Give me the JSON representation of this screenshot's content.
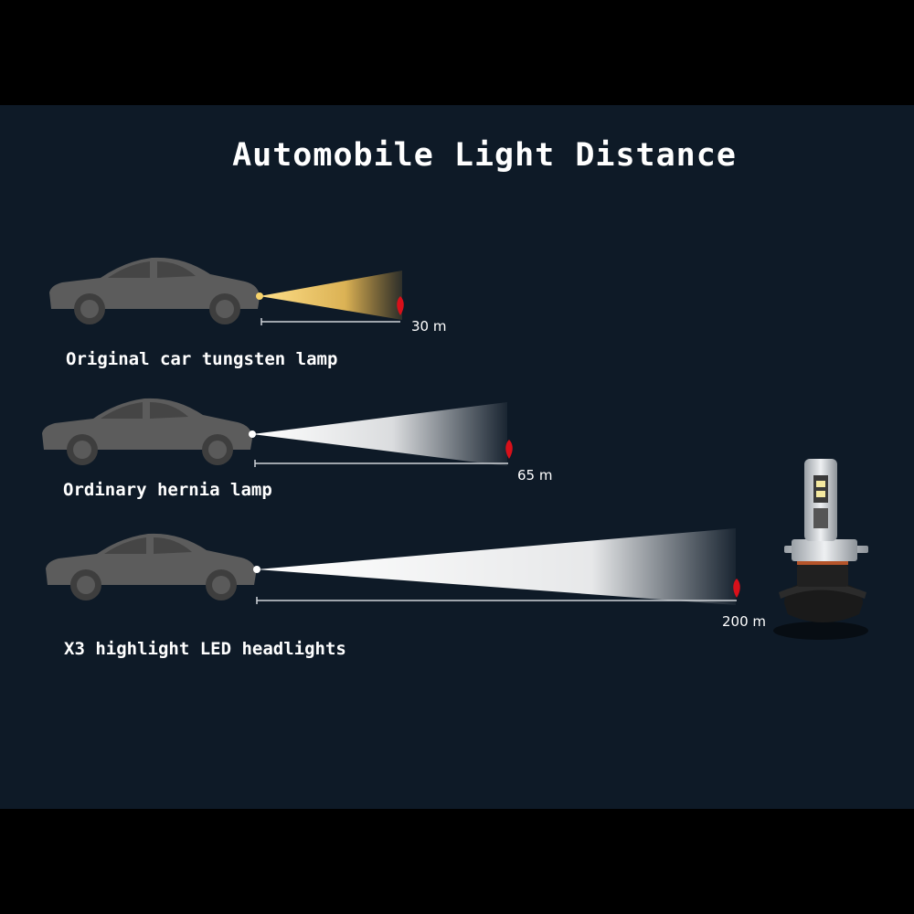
{
  "title": "Automobile Light Distance",
  "lamps": [
    {
      "label": "Original car tungsten lamp",
      "distance": "30 m"
    },
    {
      "label": "Ordinary hernia lamp",
      "distance": "65 m"
    },
    {
      "label": "X3 highlight LED headlights",
      "distance": "200 m"
    }
  ],
  "colors": {
    "background": "#0e1a27",
    "car": "#5c5c5c",
    "tungsten_beam": "#f2c35a",
    "white_beam": "#ffffff",
    "marker": "#d8101a"
  }
}
